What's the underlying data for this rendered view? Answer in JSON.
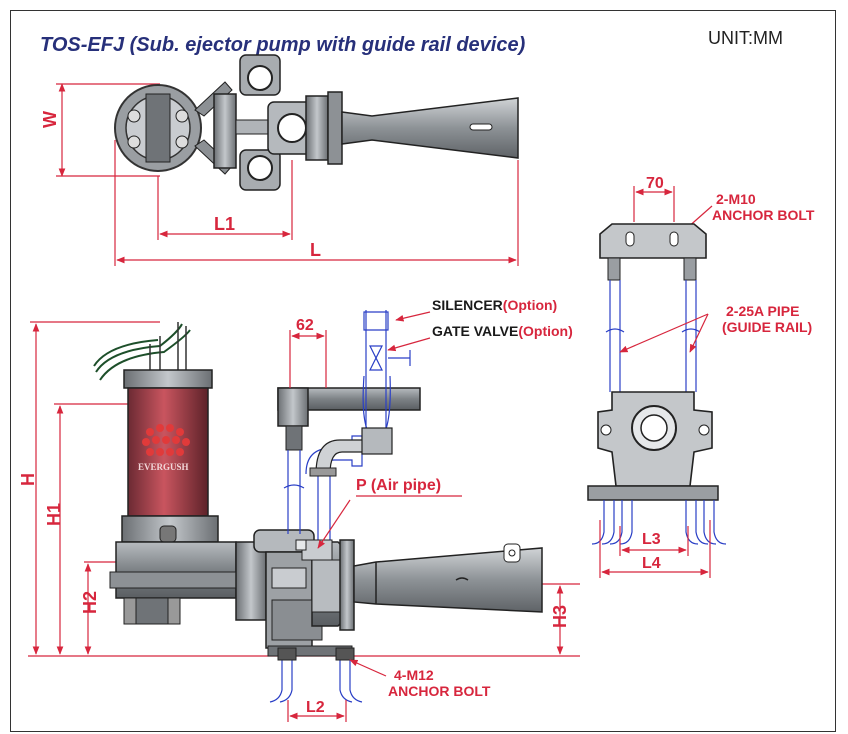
{
  "header": {
    "title": "TOS-EFJ (Sub. ejector pump with guide rail device)",
    "unit": "UNIT:MM"
  },
  "top_view": {
    "dim_w": "W",
    "dim_l1": "L1",
    "dim_l": "L"
  },
  "side_view": {
    "dim_62": "62",
    "dim_h": "H",
    "dim_h1": "H1",
    "dim_h2": "H2",
    "dim_h3": "H3",
    "dim_l2": "L2",
    "silencer": "SILENCER",
    "silencer_opt": "(Option)",
    "gate_valve": "GATE VALVE",
    "gate_valve_opt": "(Option)",
    "air_pipe": "P (Air pipe)",
    "anchor_bolt_1": "4-M12",
    "anchor_bolt_2": "ANCHOR BOLT",
    "brand": "EVERGUSH"
  },
  "end_view": {
    "dim_70": "70",
    "bolt_1": "2-M10",
    "bolt_2": "ANCHOR BOLT",
    "pipe_1": "2-25A PIPE",
    "pipe_2": "(GUIDE RAIL)",
    "dim_l3": "L3",
    "dim_l4": "L4"
  },
  "colors": {
    "dimension_red": "#d7263d",
    "title_blue": "#27307a",
    "pump_body": "#7a7f85",
    "motor_red": "#a33a45",
    "pipe_blue": "#2a3fc6"
  }
}
